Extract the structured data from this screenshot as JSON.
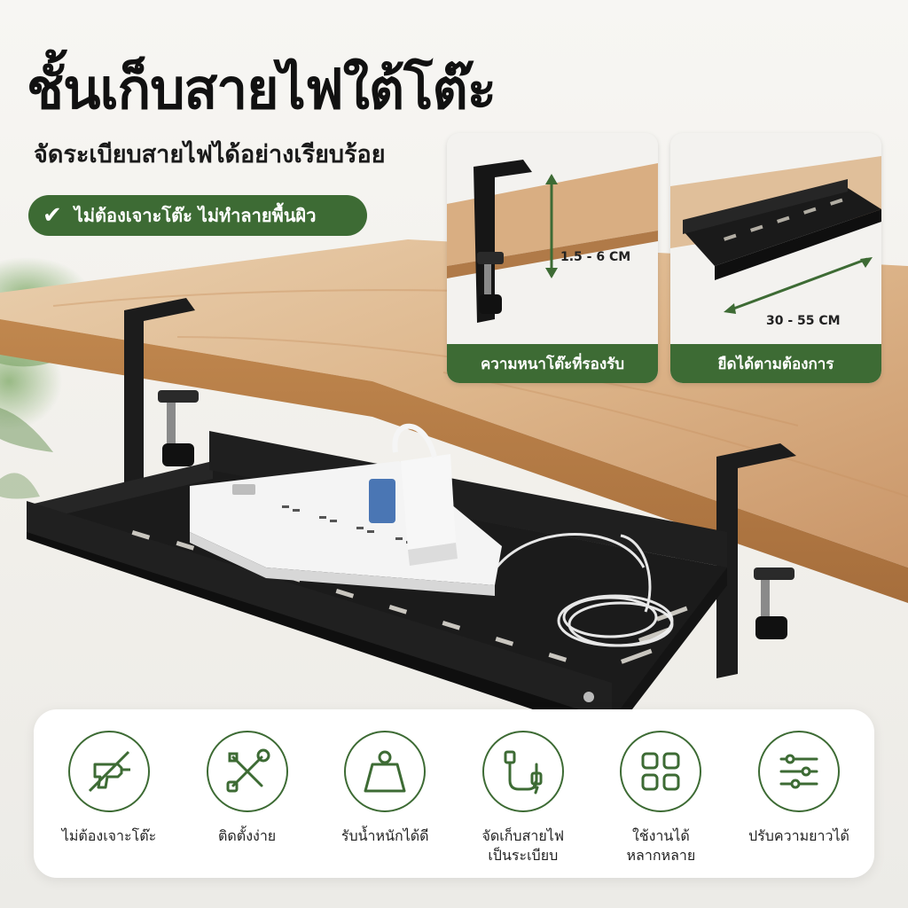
{
  "header": {
    "title": "ชั้นเก็บสายไฟใต้โต๊ะ",
    "subtitle": "จัดระเบียบสายไฟได้อย่างเรียบร้อย",
    "badge": "ไม่ต้องเจาะโต๊ะ ไม่ทำลายพื้นผิว"
  },
  "insets": [
    {
      "dimension": "1.5 - 6 CM",
      "caption": "ความหนาโต๊ะที่รองรับ"
    },
    {
      "dimension": "30 - 55 CM",
      "caption": "ยืดได้ตามต้องการ"
    }
  ],
  "features": [
    {
      "icon": "no-drill-icon",
      "label": "ไม่ต้องเจาะโต๊ะ"
    },
    {
      "icon": "tools-icon",
      "label": "ติดตั้งง่าย"
    },
    {
      "icon": "weight-icon",
      "label": "รับน้ำหนักได้ดี"
    },
    {
      "icon": "cable-icon",
      "label": "จัดเก็บสายไฟ\nเป็นระเบียบ"
    },
    {
      "icon": "grid-icon",
      "label": "ใช้งานได้\nหลากหลาย"
    },
    {
      "icon": "sliders-icon",
      "label": "ปรับความยาวได้"
    }
  ],
  "colors": {
    "accent": "#3d6b34",
    "wood": "#d7a777",
    "tray": "#1b1b1b"
  }
}
